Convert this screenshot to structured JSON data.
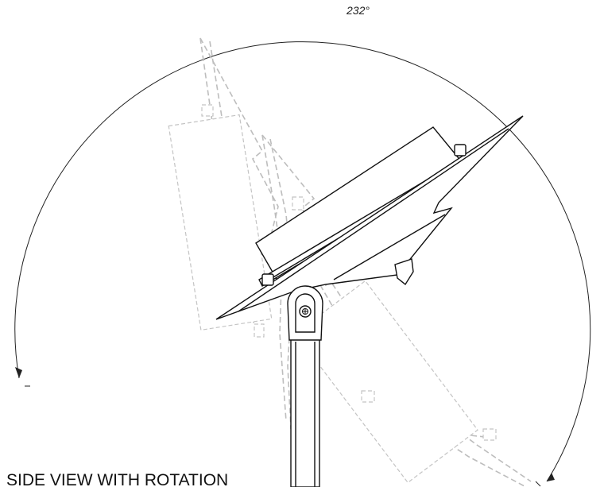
{
  "diagram": {
    "rotation_label": "232°",
    "caption": "SIDE VIEW WITH ROTATION",
    "colors": {
      "main_line": "#111111",
      "ghost_line": "#bdbdbd",
      "background": "#ffffff"
    },
    "icons": [
      "rotation-arc-arrow",
      "pivot-screw-icon"
    ]
  }
}
